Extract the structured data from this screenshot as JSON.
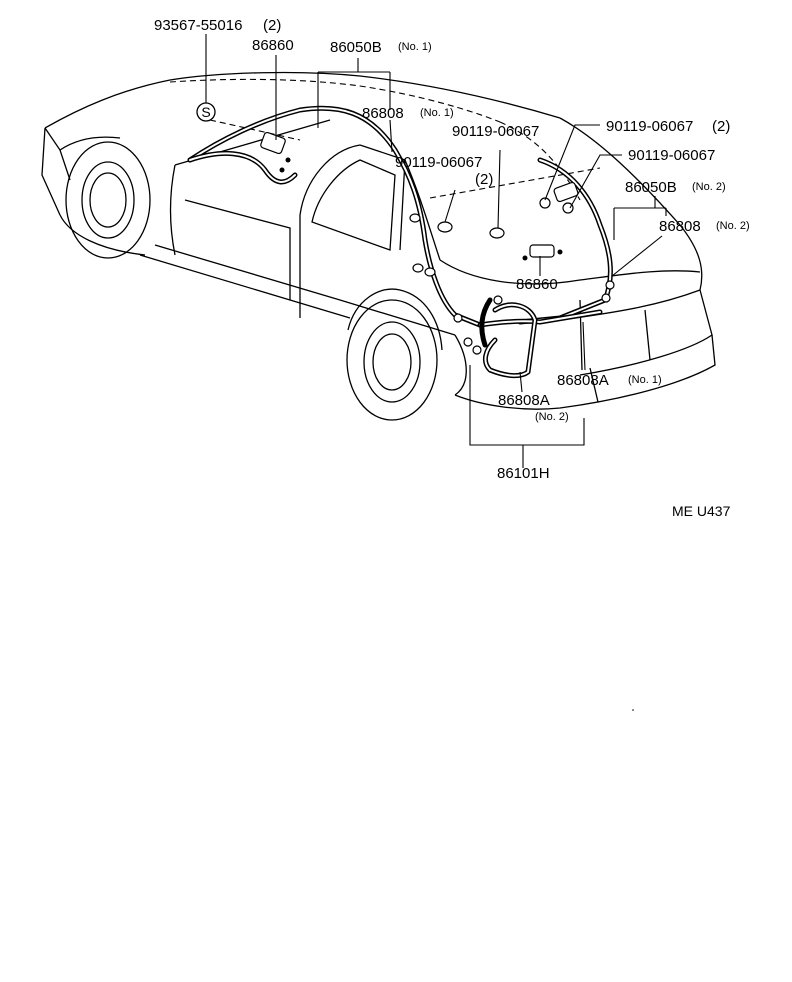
{
  "diagram": {
    "callouts": {
      "part_93567": "93567-55016",
      "part_93567_qty": "(2)",
      "part_86860_top": "86860",
      "part_86050b_1": "86050B",
      "part_86050b_1_sub": "(No. 1)",
      "part_86808_1": "86808",
      "part_86808_1_sub": "(No. 1)",
      "part_90119_a": "90119-06067",
      "part_90119_a_qty": "(2)",
      "part_90119_b": "90119-06067",
      "part_90119_b_qty": "(2)",
      "part_90119_c": "90119-06067",
      "part_86050b_2": "86050B",
      "part_86050b_2_sub": "(No. 2)",
      "part_86808_2": "86808",
      "part_86808_2_sub": "(No. 2)",
      "part_86860_mid": "86860",
      "part_86808a_1": "86808A",
      "part_86808a_1_sub": "(No. 1)",
      "part_86808a_2": "86808A",
      "part_86808a_2_sub": "(No. 2)",
      "part_86101h": "86101H",
      "screw_symbol": "S"
    },
    "figure_code": "ME U437"
  }
}
